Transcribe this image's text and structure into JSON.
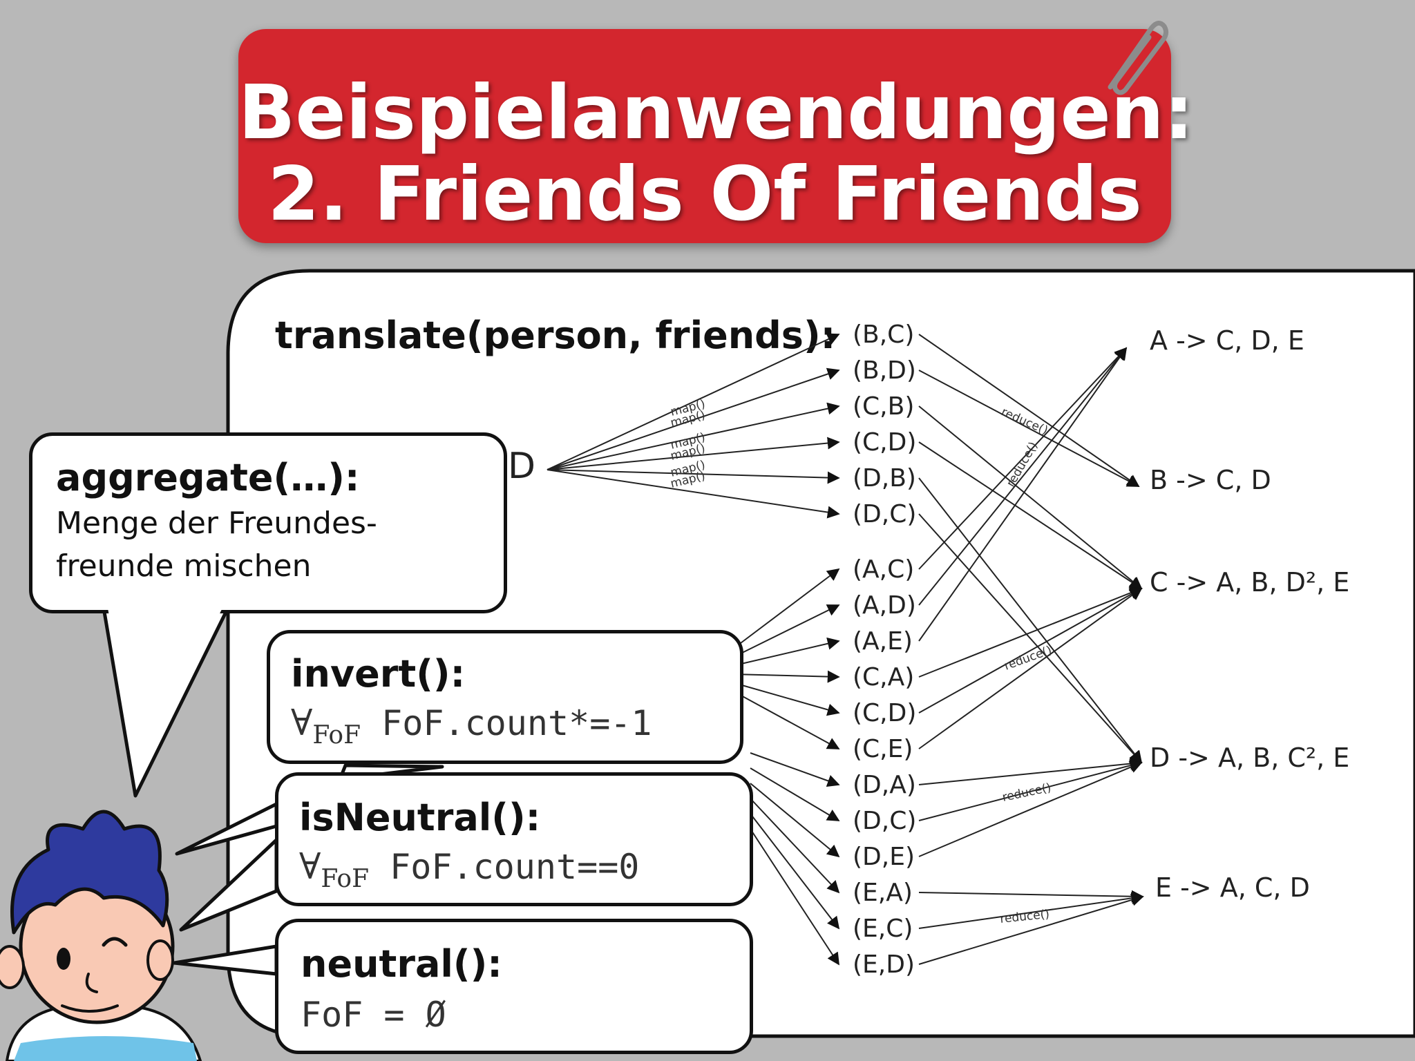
{
  "title": {
    "line1": "Beispielanwendungen:",
    "line2": "2. Friends Of Friends"
  },
  "translate": {
    "label": "translate(person, friends):"
  },
  "source_node": {
    "label": "D"
  },
  "pairs_group1": [
    "(B,C)",
    "(B,D)",
    "(C,B)",
    "(C,D)",
    "(D,B)",
    "(D,C)"
  ],
  "pairs_group2": [
    "(A,C)",
    "(A,D)",
    "(A,E)",
    "(C,A)",
    "(C,D)",
    "(C,E)",
    "(D,A)",
    "(D,C)",
    "(D,E)",
    "(E,A)",
    "(E,C)",
    "(E,D)"
  ],
  "results": [
    "A -> C, D, E",
    "B -> C, D",
    "C -> A, B, D², E",
    "D -> A, B, C², E",
    "E -> A, C, D"
  ],
  "map_label": "map()",
  "reduce_label": "reduce()",
  "aggregate": {
    "head": "aggregate(…):",
    "line1": "Menge der Freundes-",
    "line2": "freunde mischen"
  },
  "invert": {
    "head": "invert():",
    "quantifier": "∀",
    "sub": "FoF",
    "formula": "FoF.count*=-1"
  },
  "isneutral": {
    "head": "isNeutral():",
    "quantifier": "∀",
    "sub": "FoF",
    "formula": "FoF.count==0"
  },
  "neutral": {
    "head": "neutral():",
    "formula": "FoF = Ø"
  },
  "colors": {
    "title_bg": "#d3262e",
    "slide_bg": "#b8b8b8",
    "hair": "#2e3a9e",
    "skin": "#f9c9b4"
  }
}
